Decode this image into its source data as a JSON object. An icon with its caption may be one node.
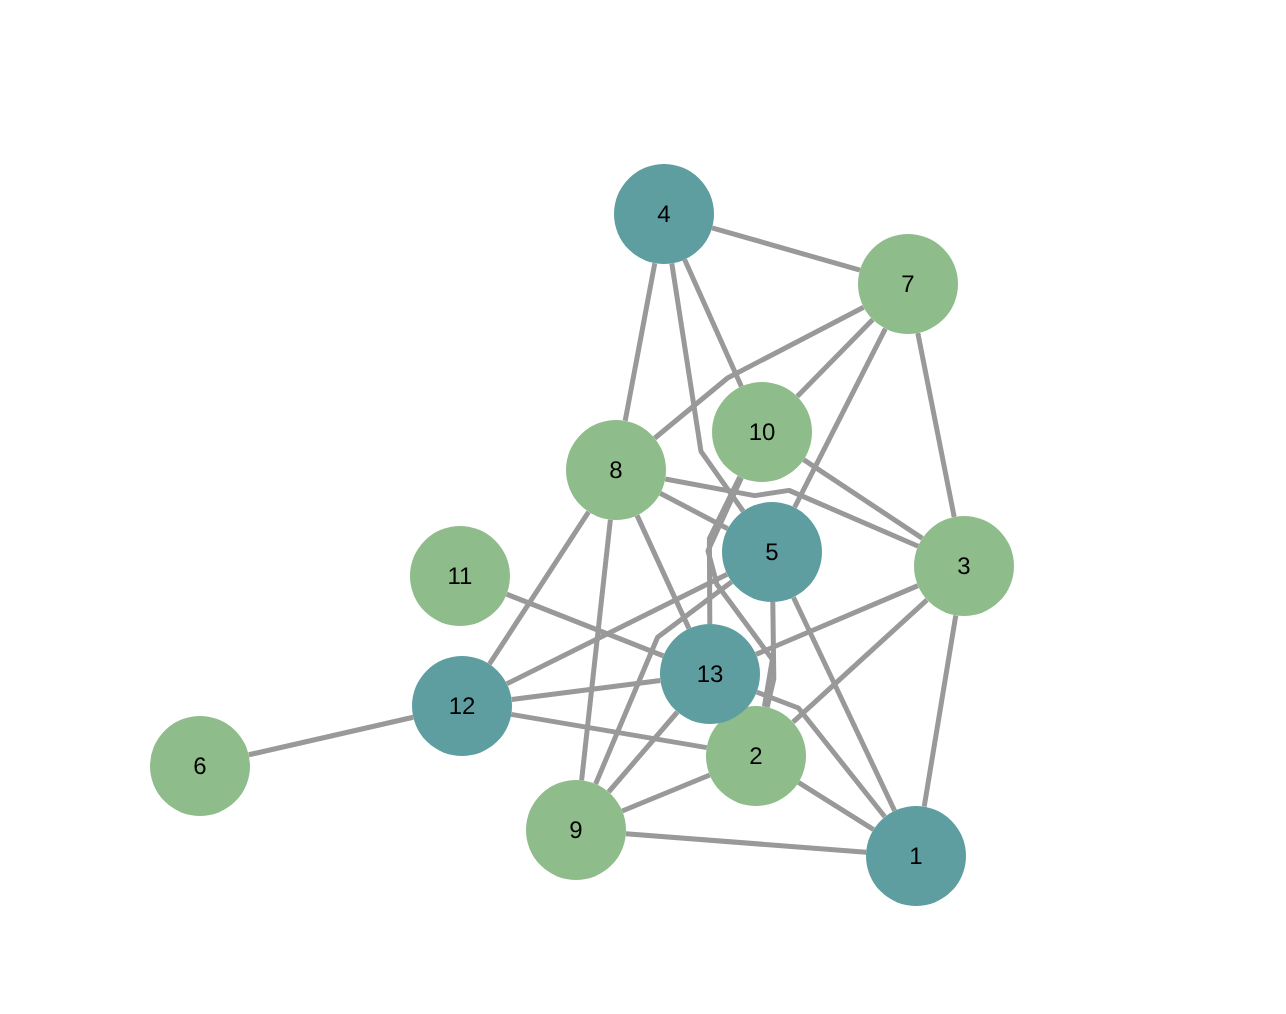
{
  "diagram": {
    "nodes": [
      {
        "text": [
          "1"
        ]
      },
      {
        "text": [
          "2"
        ]
      },
      {
        "text": [
          "3"
        ]
      },
      {
        "text": [
          "4"
        ]
      },
      {
        "text": [
          "5"
        ]
      },
      {
        "text": [
          "6"
        ]
      },
      {
        "text": [
          "7"
        ]
      },
      {
        "text": [
          "8"
        ]
      },
      {
        "text": [
          "9"
        ]
      },
      {
        "text": [
          "10"
        ]
      },
      {
        "text": [
          "11"
        ]
      },
      {
        "text": [
          "12"
        ]
      },
      {
        "text": [
          "13"
        ]
      }
    ],
    "edges": [
      {
        "from": 3,
        "to": 6,
        "arrow": "none"
      },
      {
        "from": 3,
        "to": 7,
        "arrow": "none"
      },
      {
        "from": 3,
        "to": 9,
        "arrow": "none"
      },
      {
        "from": 3,
        "to": 4,
        "arrow": "none"
      },
      {
        "from": 6,
        "to": 7,
        "arrow": "none"
      },
      {
        "from": 6,
        "to": 9,
        "arrow": "none"
      },
      {
        "from": 6,
        "to": 4,
        "arrow": "none"
      },
      {
        "from": 6,
        "to": 2,
        "arrow": "none"
      },
      {
        "from": 7,
        "to": 4,
        "arrow": "none"
      },
      {
        "from": 7,
        "to": 2,
        "arrow": "none"
      },
      {
        "from": 7,
        "to": 12,
        "arrow": "none"
      },
      {
        "from": 7,
        "to": 8,
        "arrow": "none"
      },
      {
        "from": 7,
        "to": 11,
        "arrow": "none"
      },
      {
        "from": 9,
        "to": 2,
        "arrow": "none"
      },
      {
        "from": 9,
        "to": 12,
        "arrow": "none"
      },
      {
        "from": 9,
        "to": 1,
        "arrow": "none"
      },
      {
        "from": 4,
        "to": 11,
        "arrow": "none"
      },
      {
        "from": 4,
        "to": 8,
        "arrow": "none"
      },
      {
        "from": 4,
        "to": 1,
        "arrow": "none"
      },
      {
        "from": 4,
        "to": 0,
        "arrow": "none"
      },
      {
        "from": 10,
        "to": 12,
        "arrow": "none"
      },
      {
        "from": 11,
        "to": 12,
        "arrow": "none"
      },
      {
        "from": 11,
        "to": 1,
        "arrow": "none"
      },
      {
        "from": 5,
        "to": 11,
        "arrow": "none"
      },
      {
        "from": 2,
        "to": 12,
        "arrow": "none"
      },
      {
        "from": 2,
        "to": 1,
        "arrow": "none"
      },
      {
        "from": 2,
        "to": 0,
        "arrow": "none"
      },
      {
        "from": 12,
        "to": 8,
        "arrow": "none"
      },
      {
        "from": 8,
        "to": 1,
        "arrow": "none"
      },
      {
        "from": 8,
        "to": 0,
        "arrow": "none"
      },
      {
        "from": 1,
        "to": 0,
        "arrow": "none"
      },
      {
        "from": 12,
        "to": 0,
        "arrow": "none"
      }
    ]
  }
}
